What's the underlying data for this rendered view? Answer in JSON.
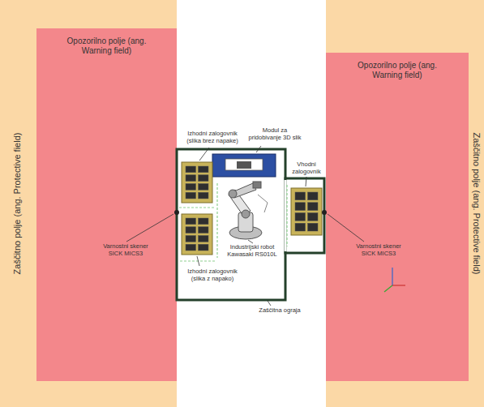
{
  "diagram": {
    "nodes": [
      {
        "text": [
          "Zaščitno polje (ang. Protective field)"
        ]
      },
      {
        "text": [
          "Opozorilno polje (ang. Warning field)"
        ],
        "in": 0
      },
      {
        "text": [
          "Zaščitno polje (ang. Protective field)"
        ]
      },
      {
        "text": [
          "Opozorilno polje (ang. Warning field)"
        ],
        "in": 2
      }
    ],
    "labels": [
      "Modul za pridobivanje 3D slik",
      "Izhodni zalogovnik (slika brez napake)",
      "Vhodni zalogovnik",
      "Varnostni skener SICK MICS3",
      "Industrijski robot Kawasaki RS010L",
      "Varnostni skener SICK MICS3",
      "Izhodni zalogovnik (slika z napako)",
      "Zaščitna ograja"
    ]
  }
}
